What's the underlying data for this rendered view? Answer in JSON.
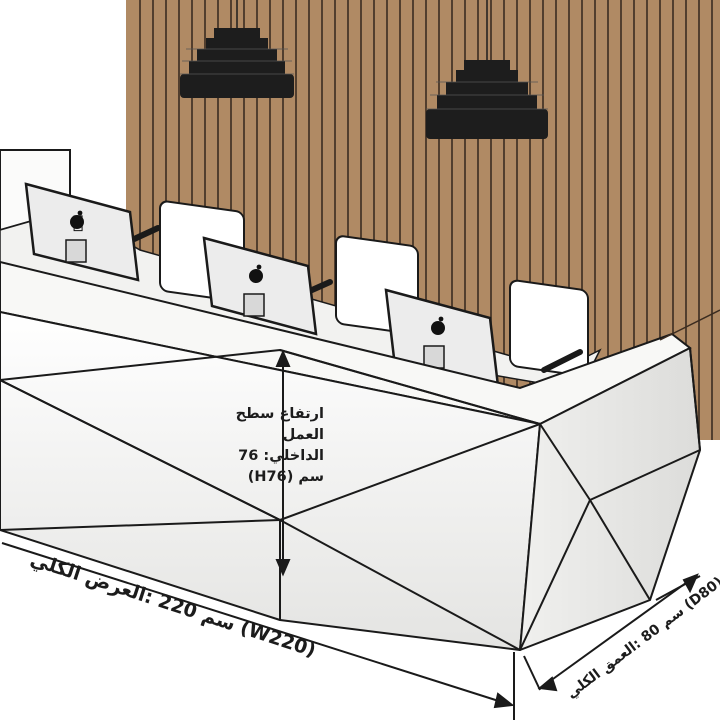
{
  "dimensions": {
    "height": {
      "line1": "ارتفاع سطح العمل",
      "line2": "الداخلي: 76",
      "line3": "سم (H76)"
    },
    "width": {
      "line1": "(W220) سم 220 :العرض الكلي"
    },
    "depth": {
      "line1": "(D80) سم 80 :العمق الكلي"
    }
  },
  "colors": {
    "wall_wood": "#b08a64",
    "wood_slat_line": "#3b2c20",
    "desk_white": "#f4f4f2",
    "outline": "#1a1a1a",
    "lamp": "#1d1d1d",
    "monitor": "#e8e8e8"
  },
  "icons": [
    "pendant-lamp-icon",
    "apple-logo-icon"
  ]
}
